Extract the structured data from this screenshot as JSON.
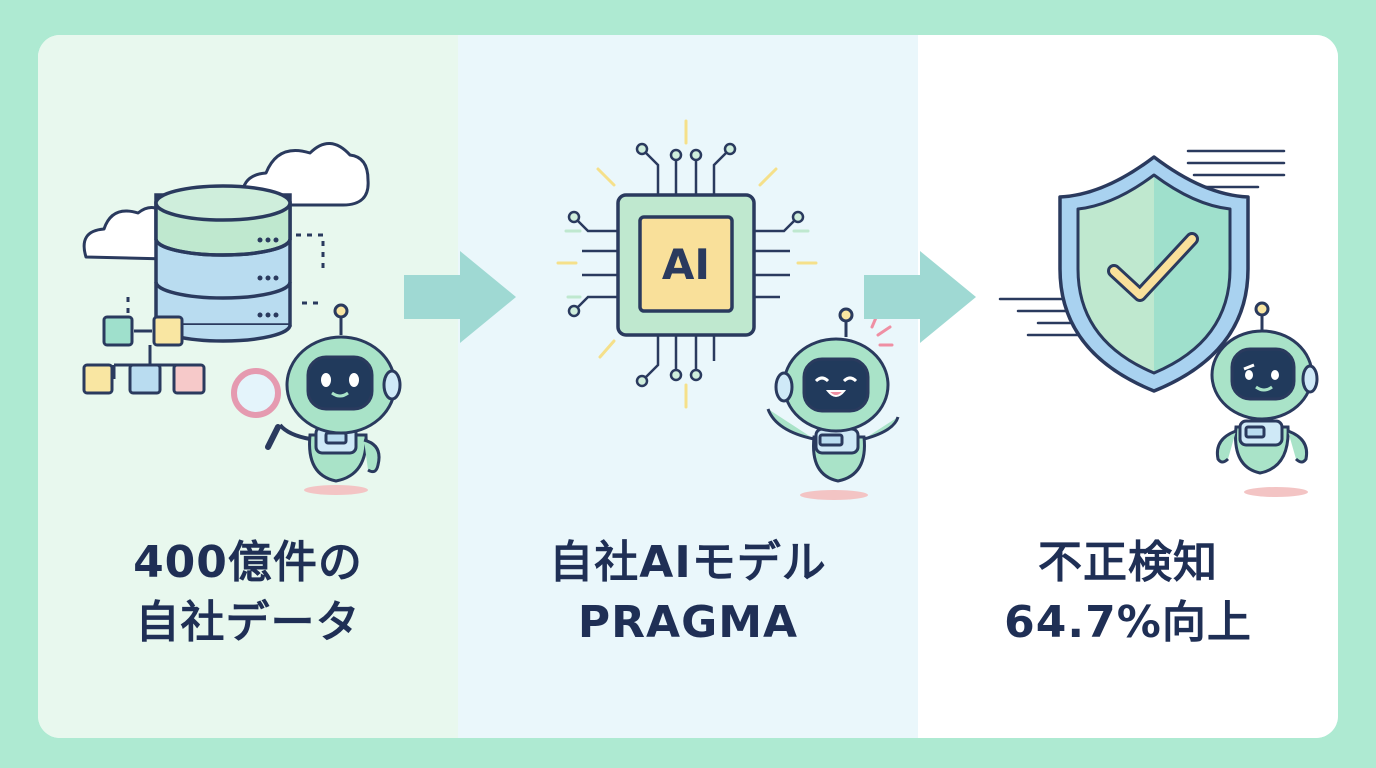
{
  "steps": [
    {
      "line1": "400億件の",
      "line2": "自社データ"
    },
    {
      "line1": "自社AIモデル",
      "line2": "PRAGMA",
      "chip_label": "AI"
    },
    {
      "line1": "不正検知",
      "line2": "64.7%向上"
    }
  ],
  "icons": [
    "database-icon",
    "cloud-icon",
    "magnifier-icon",
    "robot-icon",
    "ai-chip-icon",
    "arrow-right-icon",
    "shield-check-icon"
  ],
  "colors": {
    "background": "#aeead2",
    "panel1": "#e8f8ee",
    "panel2": "#eaf7fb",
    "panel3": "#ffffff",
    "arrow": "#9fd9d3",
    "text": "#1f2f55",
    "outline": "#2a3a5e"
  }
}
